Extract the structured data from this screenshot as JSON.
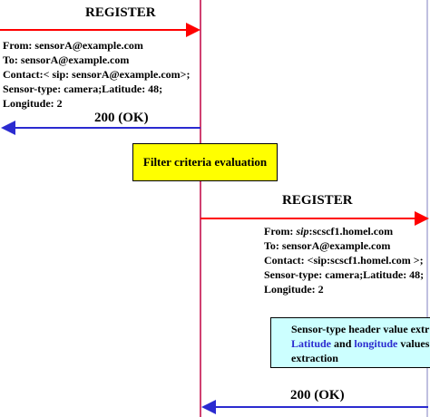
{
  "colors": {
    "register_arrow": "#ff0000",
    "ok_arrow": "#2b2bd0",
    "lifeline": "#c00040",
    "filter_box": "#ffff00",
    "extract_box": "#ccffff",
    "highlight_text": "#2b2bd0"
  },
  "message1": {
    "title": "REGISTER",
    "from": "From: sensorA@example.com",
    "to": "To: sensorA@example.com",
    "contact": "Contact:< sip: sensorA@example.com>;",
    "sensor": "Sensor-type: camera;Latitude: 48;",
    "longitude": "Longitude: 2"
  },
  "response1": {
    "label": "200 (OK)"
  },
  "filter": {
    "label": "Filter criteria evaluation"
  },
  "message2": {
    "title": "REGISTER",
    "from_prefix": "From: ",
    "from_scheme": "sip",
    "from_rest": ":scscf1.homel.com",
    "to": "To: sensorA@example.com",
    "contact": "Contact: <sip:scscf1.homel.com >;",
    "sensor": "Sensor-type: camera;Latitude: 48;",
    "longitude": "Longitude: 2"
  },
  "extraction": {
    "line1": "Sensor-type header  value extr",
    "latitude": "Latitude",
    "and": " and ",
    "longitude": "longitude",
    "values": " values",
    "line3": "extraction"
  },
  "response2": {
    "label": "200 (OK)"
  }
}
